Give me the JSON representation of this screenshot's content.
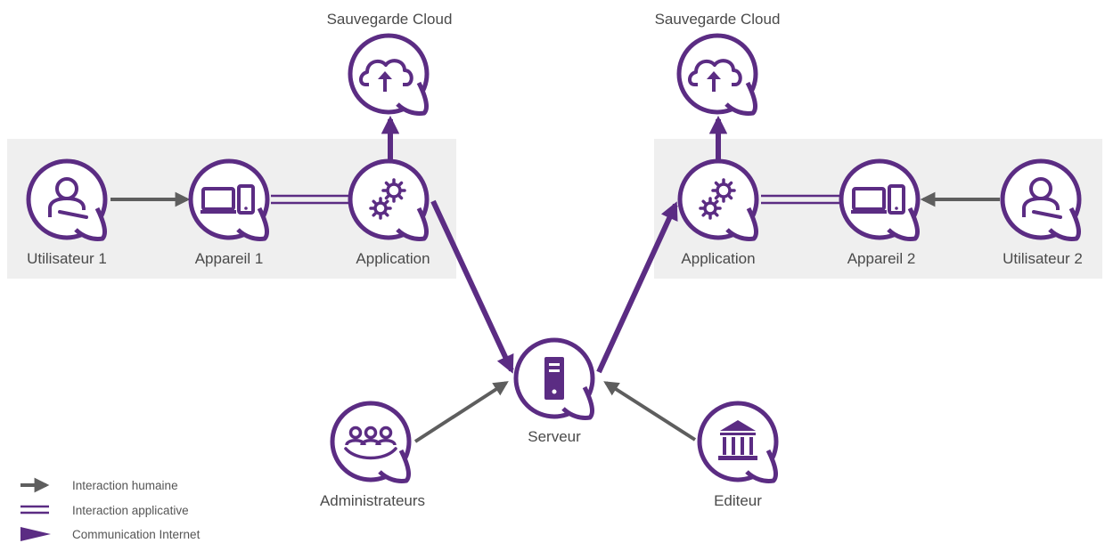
{
  "colors": {
    "purple": "#5b2c83",
    "human_arrow": "#5e5e5e",
    "panel": "#efefef",
    "label": "#4a4a4a"
  },
  "nodes": {
    "cloud_left": {
      "label": "Sauvegarde Cloud",
      "icon": "cloud-upload-icon"
    },
    "cloud_right": {
      "label": "Sauvegarde Cloud",
      "icon": "cloud-upload-icon"
    },
    "user1": {
      "label": "Utilisateur 1",
      "icon": "user-icon"
    },
    "device1": {
      "label": "Appareil 1",
      "icon": "devices-icon"
    },
    "app1": {
      "label": "Application",
      "icon": "gears-icon"
    },
    "app2": {
      "label": "Application",
      "icon": "gears-icon"
    },
    "device2": {
      "label": "Appareil 2",
      "icon": "devices-icon"
    },
    "user2": {
      "label": "Utilisateur 2",
      "icon": "user-icon"
    },
    "server": {
      "label": "Serveur",
      "icon": "server-icon"
    },
    "admins": {
      "label": "Administrateurs",
      "icon": "group-icon"
    },
    "editor": {
      "label": "Editeur",
      "icon": "institution-icon"
    }
  },
  "legend": {
    "human": "Interaction humaine",
    "app": "Interaction applicative",
    "internet": "Communication Internet"
  }
}
